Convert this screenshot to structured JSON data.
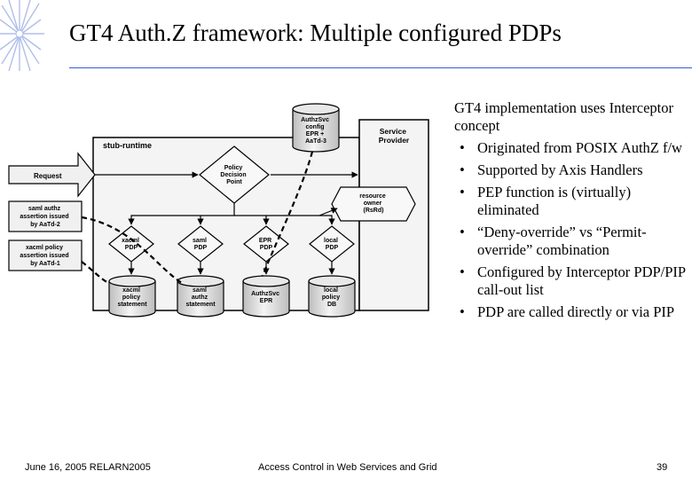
{
  "title": "GT4 Auth.Z framework: Multiple configured PDPs",
  "diagram": {
    "authz_config": [
      "AuthzSvc",
      "config",
      "EPR +",
      "AaTd-3"
    ],
    "service_provider": [
      "Service",
      "Provider"
    ],
    "stub_runtime": "stub-runtime",
    "request": "Request",
    "policy_decision_point": [
      "Policy",
      "Decision",
      "Point"
    ],
    "resource_owner": [
      "resource",
      "owner",
      "(RsRd)"
    ],
    "saml_authz_assertion": [
      "saml authz",
      "assertion issued",
      "by AaTd-2"
    ],
    "xacml_policy_assertion": [
      "xacml policy",
      "assertion issued",
      "by AaTd-1"
    ],
    "pdps": [
      [
        "xacml",
        "PDP"
      ],
      [
        "saml",
        "PDP"
      ],
      [
        "EPR",
        "PDP"
      ],
      [
        "local",
        "PDP"
      ]
    ],
    "stores": [
      [
        "xacml",
        "policy",
        "statement"
      ],
      [
        "saml",
        "authz",
        "statement"
      ],
      [
        "AuthzSvc",
        "EPR"
      ],
      [
        "local",
        "policy",
        "DB"
      ]
    ]
  },
  "bullets": {
    "intro": "GT4 implementation uses Interceptor concept",
    "items": [
      "Originated from POSIX AuthZ f/w",
      "Supported by Axis Handlers",
      "PEP function is (virtually) eliminated",
      "“Deny-override” vs “Permit-override” combination",
      "Configured by Interceptor PDP/PIP call-out list",
      "PDP are called directly or via PIP"
    ]
  },
  "footer": {
    "left": "June 16, 2005 RELARN2005",
    "center": "Access Control in Web Services and Grid",
    "page": "39"
  },
  "colors": {
    "accent": "#3b5bdb",
    "star": "#a9b8e8"
  }
}
